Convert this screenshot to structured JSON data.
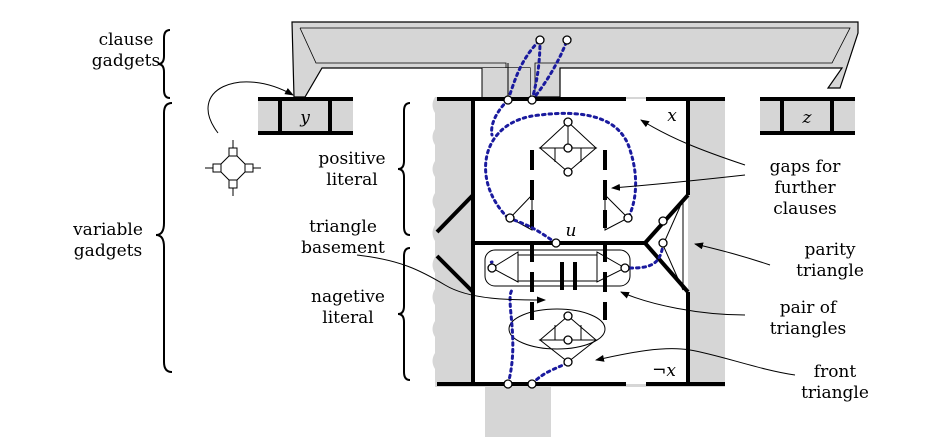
{
  "labels": {
    "clause_gadgets": [
      "clause",
      "gadgets"
    ],
    "variable_gadgets": [
      "variable",
      "gadgets"
    ],
    "positive_literal": [
      "positive",
      "literal"
    ],
    "negative_literal": [
      "nagetive",
      "literal"
    ],
    "triangle_basement": [
      "triangle",
      "basement"
    ],
    "gaps_for_further_clauses": [
      "gaps for",
      "further",
      "clauses"
    ],
    "parity_triangle": [
      "parity",
      "triangle"
    ],
    "pair_of_triangles": [
      "pair of",
      "triangles"
    ],
    "front_triangle": [
      "front",
      "triangle"
    ]
  },
  "variables": {
    "y": "y",
    "x": "x",
    "z": "z",
    "u": "u",
    "not_x": "¬x"
  },
  "colors": {
    "corridor_fill": "#d6d6d6",
    "wall": "#000000",
    "dotted_path": "#1a1a9e"
  }
}
